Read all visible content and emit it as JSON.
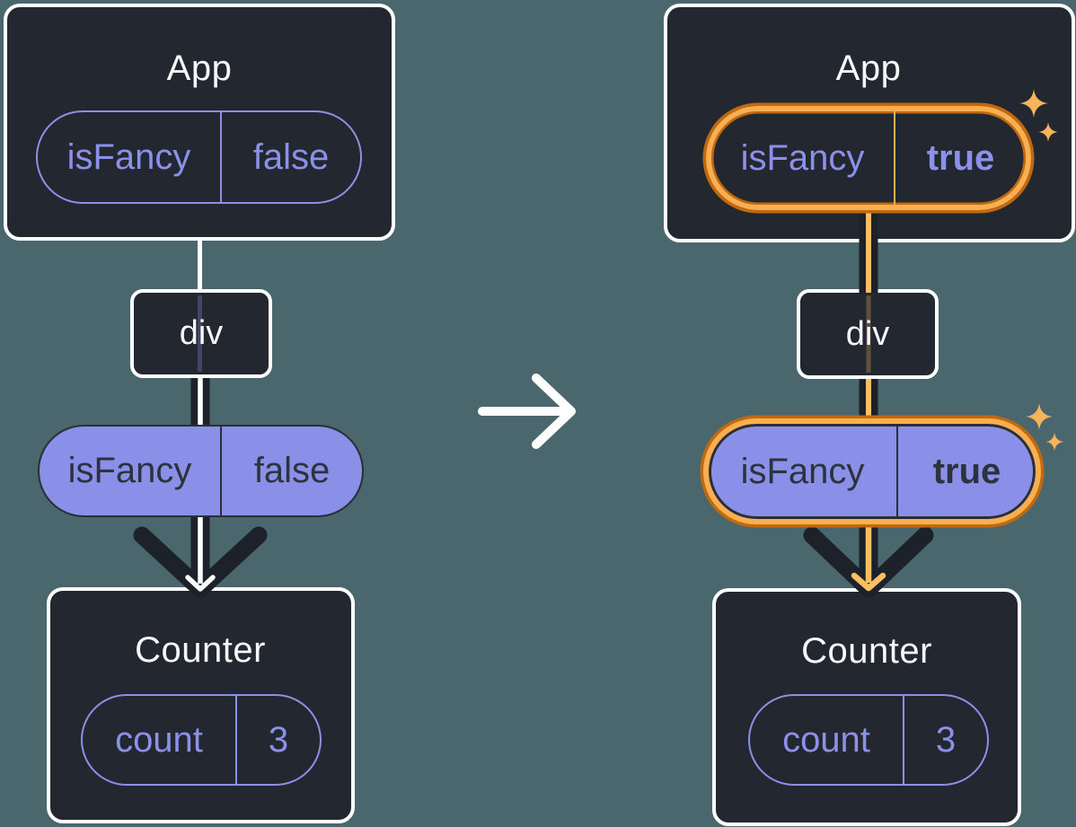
{
  "colors": {
    "background": "#4A676E",
    "panel": "#23272F",
    "purple": "#8B90E8",
    "purpleFill": "#8A8FE8",
    "darkInk": "#1D212A",
    "orangeDark": "#C2690F",
    "orangeLight": "#F9AE50",
    "orangeLine": "#FBBE63",
    "sparkle": "#F7B45B",
    "white": "#FFFFFF"
  },
  "left": {
    "app": {
      "title": "App",
      "pill": {
        "name": "isFancy",
        "value": "false"
      }
    },
    "div_label": "div",
    "prop_pill": {
      "name": "isFancy",
      "value": "false"
    },
    "counter": {
      "title": "Counter",
      "pill": {
        "name": "count",
        "value": "3"
      }
    }
  },
  "right": {
    "app": {
      "title": "App",
      "pill": {
        "name": "isFancy",
        "value": "true"
      }
    },
    "div_label": "div",
    "prop_pill": {
      "name": "isFancy",
      "value": "true"
    },
    "counter": {
      "title": "Counter",
      "pill": {
        "name": "count",
        "value": "3"
      }
    }
  }
}
